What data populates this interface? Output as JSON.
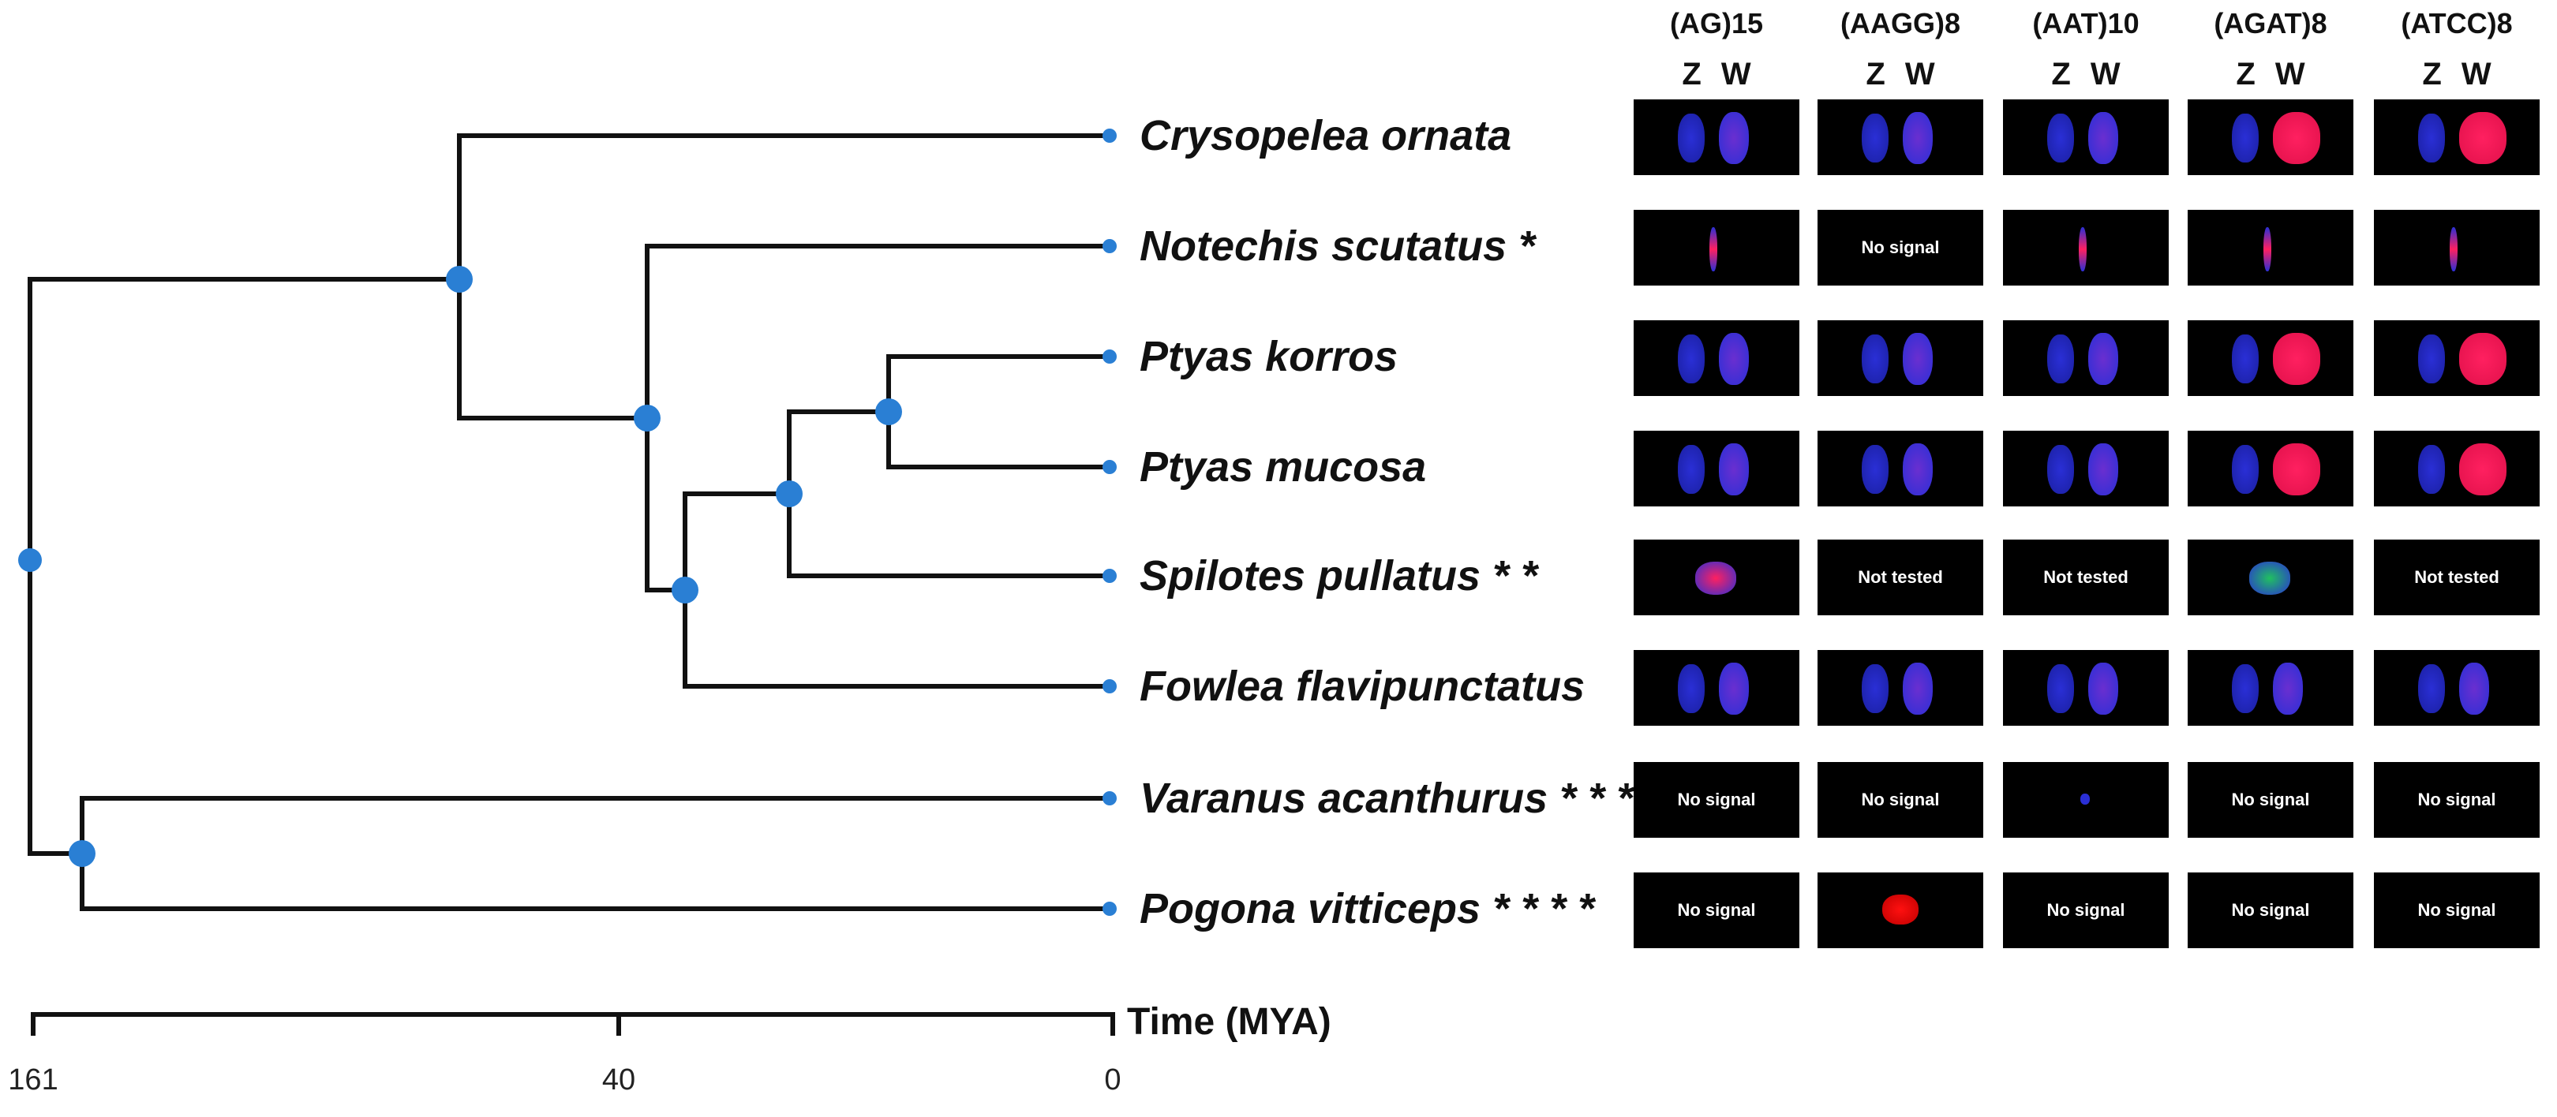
{
  "tree": {
    "time_axis_title": "Time (MYA)",
    "time_ticks": [
      "161",
      "40",
      "0"
    ],
    "branch_color": "#111111",
    "node_color": "#2a7fd4"
  },
  "species": [
    "Crysopelea ornata",
    "Notechis scutatus *",
    "Ptyas korros",
    "Ptyas mucosa",
    "Spilotes pullatus * *",
    "Fowlea flavipunctatus",
    "Varanus acanthurus * * *",
    "Pogona vitticeps * * * *"
  ],
  "probes": [
    "(AG)15",
    "(AAGG)8",
    "(AAT)10",
    "(AGAT)8",
    "(ATCC)8"
  ],
  "zw_label": "Z W",
  "results": [
    [
      "signal",
      "signal",
      "signal",
      "signal",
      "signal"
    ],
    [
      "signal",
      "No signal",
      "signal",
      "signal",
      "signal"
    ],
    [
      "signal",
      "signal",
      "signal",
      "signal",
      "signal"
    ],
    [
      "signal",
      "signal",
      "signal",
      "signal",
      "signal"
    ],
    [
      "signal",
      "Not tested",
      "Not tested",
      "signal",
      "Not tested"
    ],
    [
      "signal",
      "signal",
      "signal",
      "signal",
      "signal"
    ],
    [
      "No signal",
      "No signal",
      "signal",
      "No signal",
      "No signal"
    ],
    [
      "No signal",
      "signal",
      "No signal",
      "No signal",
      "No signal"
    ]
  ],
  "colors": {
    "chromosome_blue": "#2a2fd6",
    "probe_red": "#ff2060",
    "probe_green": "#20c060"
  }
}
